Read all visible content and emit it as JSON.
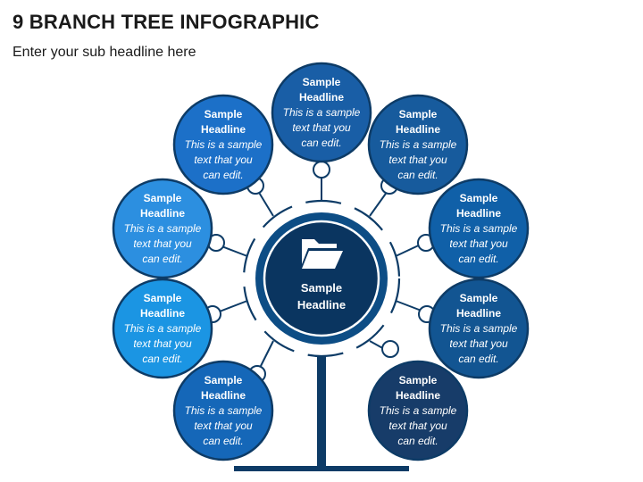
{
  "title": "9 BRANCH TREE INFOGRAPHIC",
  "subtitle": "Enter your sub headline here",
  "center": {
    "headline_line1": "Sample",
    "headline_line2": "Headline",
    "icon": "folder-open-icon",
    "fill": "#0a3560",
    "ring": "#0d4d85"
  },
  "branches": [
    {
      "id": "b1",
      "headline": [
        "Sample",
        "Headline"
      ],
      "text": [
        "This is a sample",
        "text that you",
        "can edit."
      ],
      "color": "#2c8fe0"
    },
    {
      "id": "b2",
      "headline": [
        "Sample",
        "Headline"
      ],
      "text": [
        "This is a sample",
        "text that you",
        "can edit."
      ],
      "color": "#1c70c8"
    },
    {
      "id": "b3",
      "headline": [
        "Sample",
        "Headline"
      ],
      "text": [
        "This is a sample",
        "text that you",
        "can edit."
      ],
      "color": "#195ea6"
    },
    {
      "id": "b4",
      "headline": [
        "Sample",
        "Headline"
      ],
      "text": [
        "This is a sample",
        "text that you",
        "can edit."
      ],
      "color": "#175b9d"
    },
    {
      "id": "b5",
      "headline": [
        "Sample",
        "Headline"
      ],
      "text": [
        "This is a sample",
        "text that you",
        "can edit."
      ],
      "color": "#1060a8"
    },
    {
      "id": "b6",
      "headline": [
        "Sample",
        "Headline"
      ],
      "text": [
        "This is a sample",
        "text that you",
        "can edit."
      ],
      "color": "#1b95e3"
    },
    {
      "id": "b7",
      "headline": [
        "Sample",
        "Headline"
      ],
      "text": [
        "This is a sample",
        "text that you",
        "can edit."
      ],
      "color": "#1567b8"
    },
    {
      "id": "b8",
      "headline": [
        "Sample",
        "Headline"
      ],
      "text": [
        "This is a sample",
        "text that you",
        "can edit."
      ],
      "color": "#125592"
    },
    {
      "id": "b9",
      "headline": [
        "Sample",
        "Headline"
      ],
      "text": [
        "This is a sample",
        "text that you",
        "can edit."
      ],
      "color": "#173c69"
    }
  ],
  "colors": {
    "stroke": "#0d3b66",
    "trunk": "#0d3b66"
  }
}
